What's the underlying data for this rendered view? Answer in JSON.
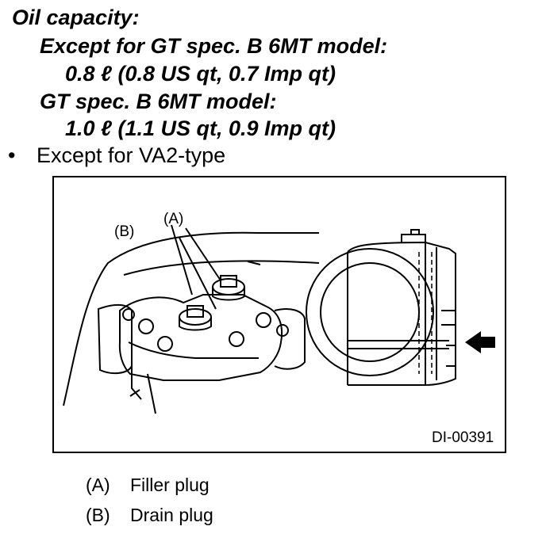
{
  "heading": "Oil capacity:",
  "spec_except_title": "Except for GT spec. B 6MT model:",
  "spec_except_value": "0.8 ℓ (0.8 US qt, 0.7 Imp qt)",
  "spec_gt_title": "GT spec. B 6MT model:",
  "spec_gt_value": "1.0 ℓ (1.1 US qt, 0.9 Imp qt)",
  "bullet_text": "Except for VA2-type",
  "figure": {
    "callout_a": "(A)",
    "callout_b": "(B)",
    "figure_id": "DI-00391"
  },
  "legend": [
    {
      "key": "(A)",
      "label": "Filler plug"
    },
    {
      "key": "(B)",
      "label": "Drain plug"
    }
  ]
}
